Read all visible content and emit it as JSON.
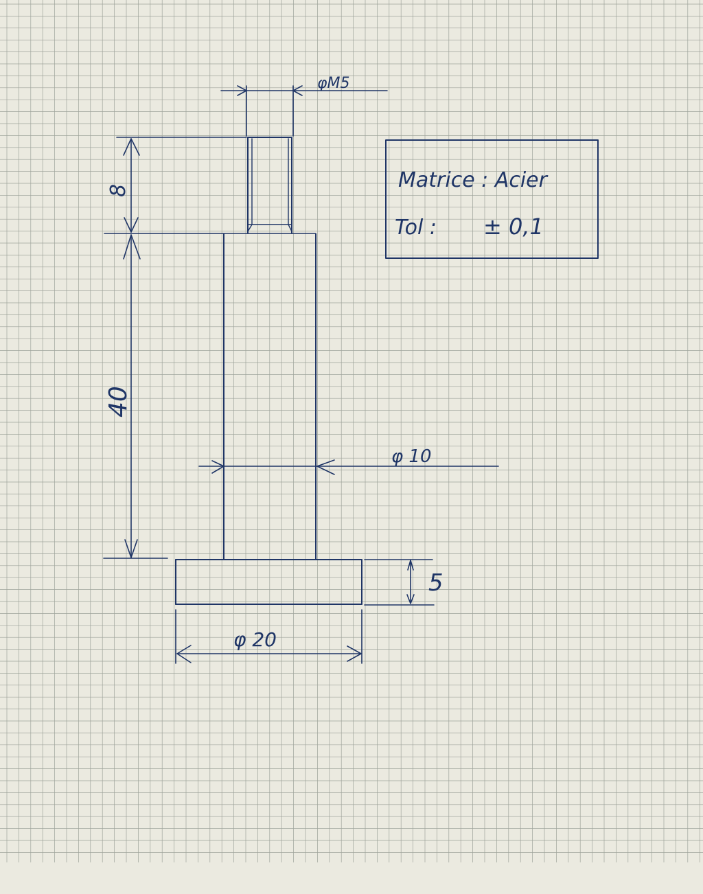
{
  "drawing": {
    "dims": {
      "thread_diameter": "φM5",
      "thread_length": "8",
      "shaft_length": "40",
      "shaft_diameter": "φ 10",
      "base_thickness": "5",
      "base_diameter": "φ 20"
    },
    "notes": {
      "material": "Matrice : Acier",
      "tolerance_label": "Tol :",
      "tolerance_value": "± 0,1"
    },
    "colors": {
      "ink": "#1f3566",
      "paper": "#ebeae0",
      "grid": "#9ea39a"
    }
  }
}
